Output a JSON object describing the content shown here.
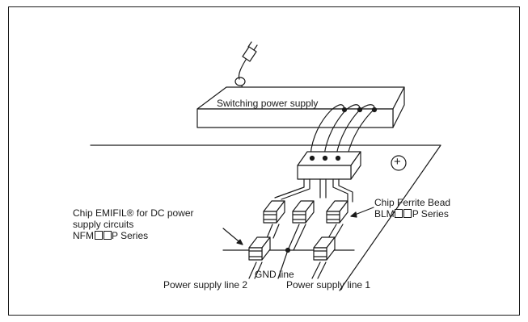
{
  "diagram": {
    "labels": {
      "switching_power_supply": "Switching power supply",
      "chip_emifil_l1": "Chip EMIFIL® for DC power",
      "chip_emifil_l2": "supply circuits",
      "nfm_prefix": "NFM",
      "nfm_suffix": "P Series",
      "chip_ferrite_bead": "Chip Ferrite Bead",
      "blm_prefix": "BLM",
      "blm_suffix": "P Series",
      "gnd_line": "GND line",
      "power_supply_line_2": "Power supply line 2",
      "power_supply_line_1": "Power supply line 1",
      "ground_symbol": "+"
    }
  }
}
